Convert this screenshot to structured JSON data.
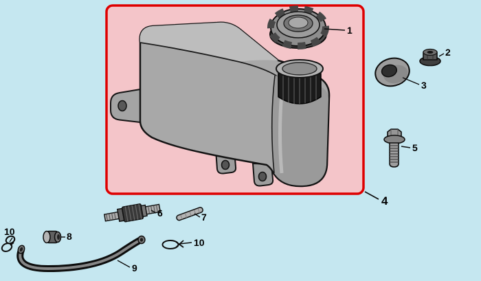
{
  "diagram": {
    "background_color": "#c5e7f0",
    "highlight_box": {
      "fill": "#f4c5c9",
      "stroke": "#de0000"
    },
    "callouts": {
      "n1": "1",
      "n2": "2",
      "n3": "3",
      "n4": "4",
      "n5": "5",
      "n6": "6",
      "n7": "7",
      "n8": "8",
      "n9": "9",
      "n10_left": "10",
      "n10_middle": "10"
    }
  }
}
